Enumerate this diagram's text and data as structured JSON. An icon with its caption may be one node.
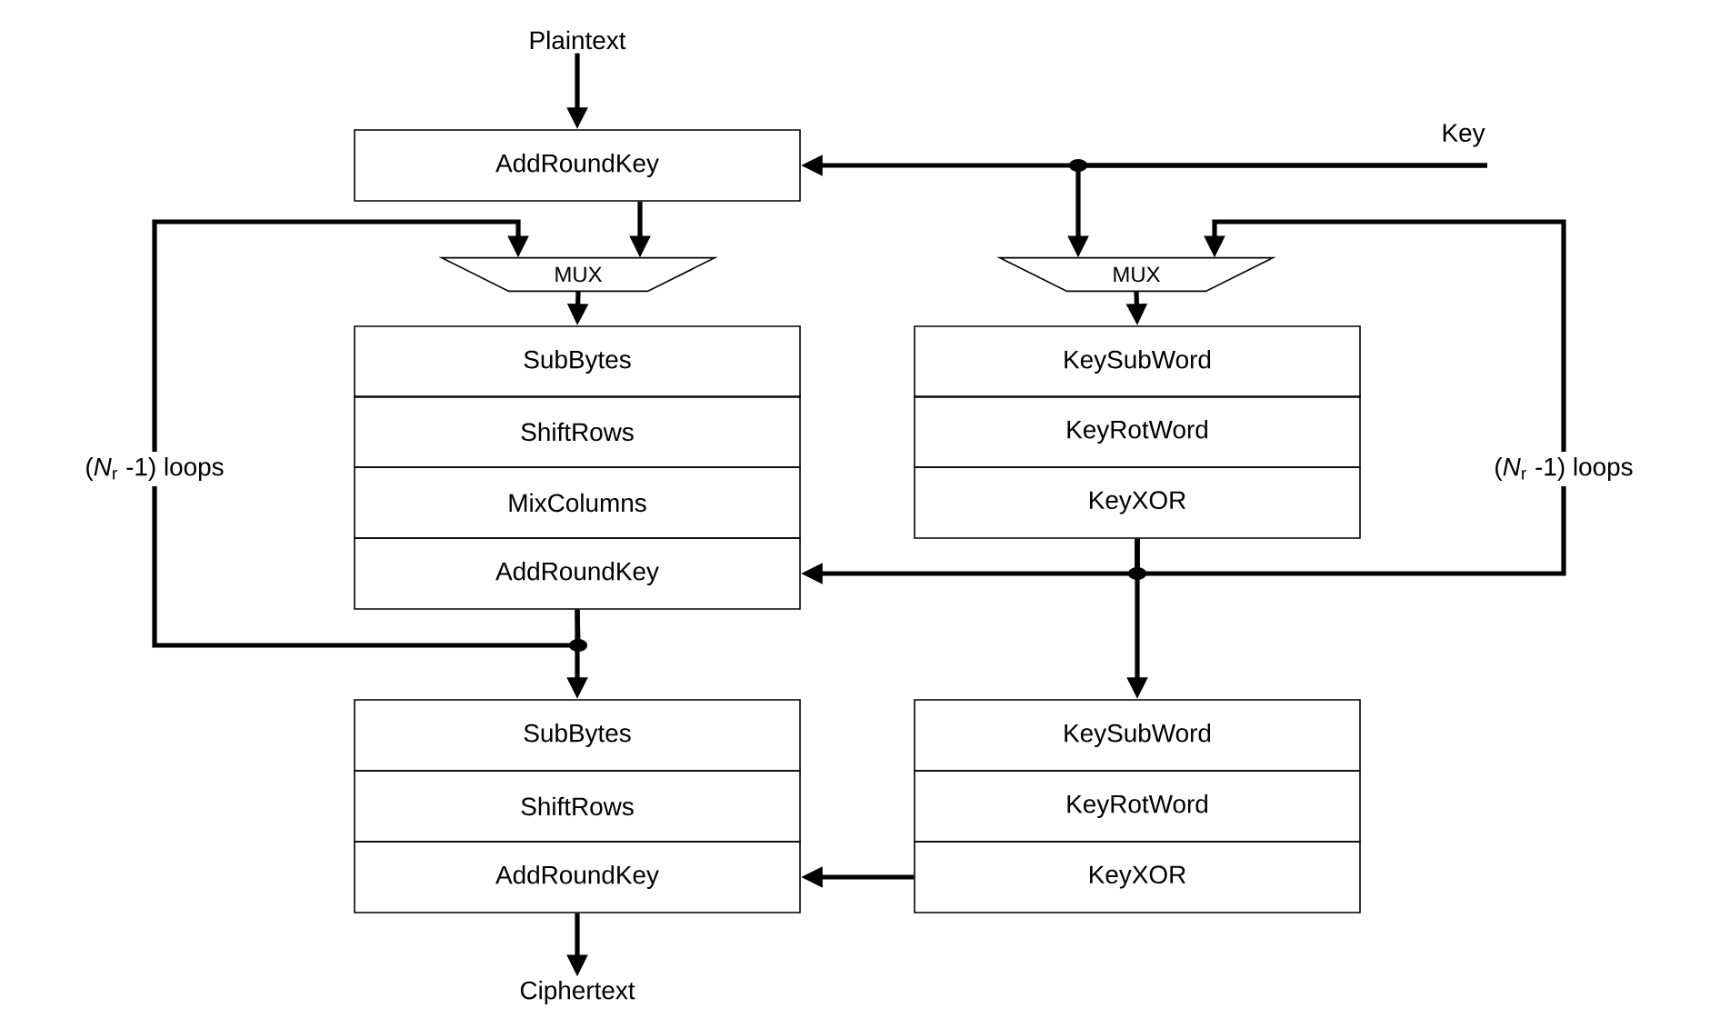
{
  "diagram": {
    "nodes": [
      {
        "text": [
          "Plaintext"
        ]
      },
      {
        "text": [
          "AddRoundKey"
        ]
      },
      {
        "text": [
          "Key"
        ]
      },
      {
        "text": [
          "MUX"
        ]
      },
      {
        "text": [
          "MUX"
        ]
      },
      {
        "text": [
          "SubBytes"
        ]
      },
      {
        "text": [
          "ShiftRows"
        ]
      },
      {
        "text": [
          "MixColumns"
        ]
      },
      {
        "text": [
          "AddRoundKey"
        ]
      },
      {
        "text": [
          "KeySubWord"
        ]
      },
      {
        "text": [
          "KeyRotWord"
        ]
      },
      {
        "text": [
          "KeyXOR"
        ]
      },
      {
        "text": [
          "SubBytes"
        ]
      },
      {
        "text": [
          "ShiftRows"
        ]
      },
      {
        "text": [
          "AddRoundKey"
        ]
      },
      {
        "text": [
          "KeySubWord"
        ]
      },
      {
        "text": [
          "KeyRotWord"
        ]
      },
      {
        "text": [
          "KeyXOR"
        ]
      },
      {
        "text": [
          "Ciphertext"
        ]
      }
    ],
    "edges": [
      {
        "from": 0,
        "to": 1,
        "arrow": "to"
      },
      {
        "from": 2,
        "to": 1,
        "arrow": "to"
      },
      {
        "from": 2,
        "to": 4,
        "arrow": "to"
      },
      {
        "from": 1,
        "to": 3,
        "arrow": "to"
      },
      {
        "from": 3,
        "to": 5,
        "arrow": "to"
      },
      {
        "from": 8,
        "to": 3,
        "arrow": "to",
        "label": "(*N*$_{r}$ -1) loops"
      },
      {
        "from": 8,
        "to": 12,
        "arrow": "to"
      },
      {
        "from": 4,
        "to": 9,
        "arrow": "to"
      },
      {
        "from": 11,
        "to": 8,
        "arrow": "to"
      },
      {
        "from": 11,
        "to": 4,
        "arrow": "to",
        "label": "(*N*$_{r}$ -1) loops"
      },
      {
        "from": 11,
        "to": 15,
        "arrow": "to"
      },
      {
        "from": 17,
        "to": 14,
        "arrow": "to"
      },
      {
        "from": 14,
        "to": 18,
        "arrow": "to"
      }
    ]
  }
}
